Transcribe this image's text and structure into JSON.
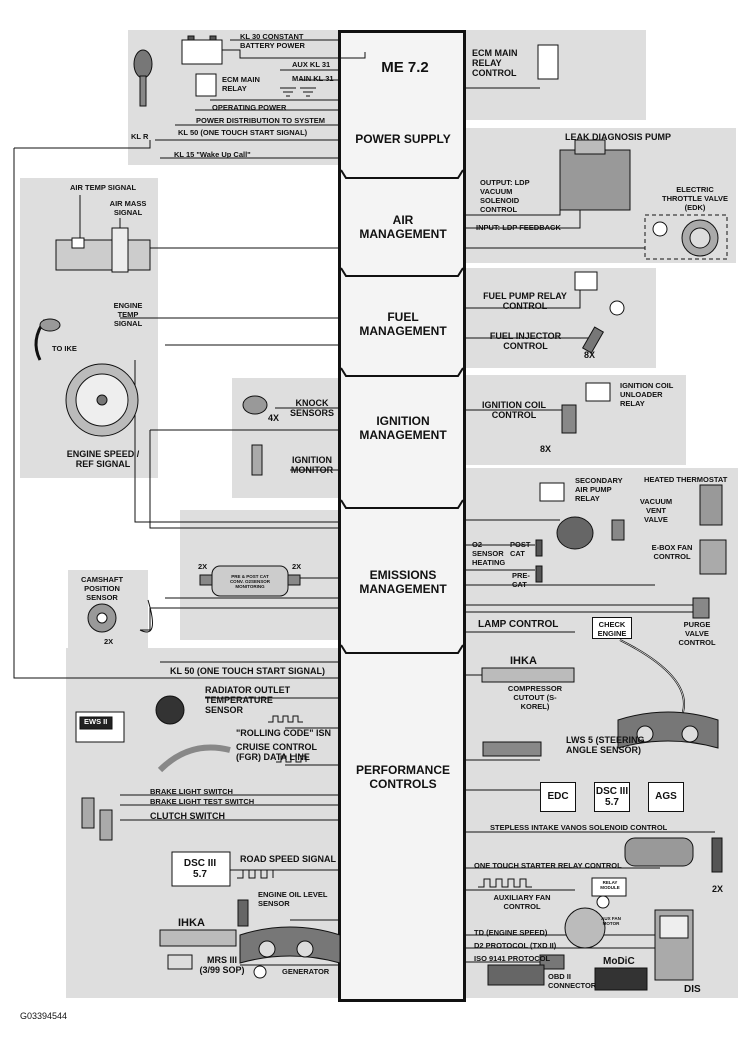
{
  "module": "ME 7.2",
  "figure_id": "G03394544",
  "sections": {
    "power_supply": "POWER SUPPLY",
    "air_management": "AIR MANAGEMENT",
    "fuel_management": "FUEL MANAGEMENT",
    "ignition_management": "IGNITION MANAGEMENT",
    "emissions_management": "EMISSIONS MANAGEMENT",
    "performance_controls": "PERFORMANCE CONTROLS"
  },
  "power": {
    "kl30": "KL 30 CONSTANT BATTERY POWER",
    "aux_kl31": "AUX KL 31",
    "main_kl31": "MAIN KL 31",
    "ecm_main_relay": "ECM MAIN RELAY",
    "operating_power": "OPERATING POWER",
    "power_dist": "POWER DISTRIBUTION TO SYSTEM",
    "kl50": "KL 50 (ONE TOUCH START SIGNAL)",
    "klr": "KL R",
    "kl15": "KL 15 \"Wake Up Call\"",
    "ecm_main_relay_control": "ECM MAIN RELAY CONTROL"
  },
  "air": {
    "air_temp_signal": "AIR TEMP SIGNAL",
    "air_mass_signal": "AIR MASS SIGNAL",
    "leak_pump": "LEAK DIAGNOSIS PUMP",
    "output_ldp": "OUTPUT: LDP VACUUM SOLENOID CONTROL",
    "input_ldp": "INPUT: LDP FEEDBACK",
    "edk": "ELECTRIC THROTTLE VALVE (EDK)"
  },
  "fuel": {
    "engine_temp": "ENGINE TEMP SIGNAL",
    "to_ike": "TO IKE",
    "pump_relay": "FUEL PUMP RELAY CONTROL",
    "injector": "FUEL INJECTOR CONTROL",
    "injector_count": "8X"
  },
  "ignition": {
    "knock": "KNOCK SENSORS",
    "knock_count": "4X",
    "monitor": "IGNITION MONITOR",
    "speed_ref": "ENGINE SPEED / REF SIGNAL",
    "coil_control": "IGNITION COIL CONTROL",
    "coil_count": "8X",
    "unloader": "IGNITION COIL UNLOADER RELAY"
  },
  "emissions": {
    "sec_air_pump": "SECONDARY AIR PUMP RELAY",
    "thermostat": "HEATED THERMOSTAT",
    "vacuum_vent": "VACUUM VENT VALVE",
    "o2_heating": "O2 SENSOR HEATING",
    "post_cat": "POST-CAT",
    "pre_cat": "PRE-CAT",
    "ebox_fan": "E-BOX FAN CONTROL",
    "purge": "PURGE VALVE CONTROL",
    "cam_sensor": "CAMSHAFT POSITION SENSOR",
    "cam_count": "2X",
    "cat_2x_left": "2X",
    "cat_2x_right": "2X",
    "cat_label": "PRE & POST CAT CONV. O2SENSOR MONITORING"
  },
  "perf": {
    "lamp": "LAMP CONTROL",
    "check_engine": "CHECK ENGINE",
    "kl50": "KL 50 (ONE TOUCH START SIGNAL)",
    "ihka_top": "IHKA",
    "compressor": "COMPRESSOR CUTOUT (S-KOREL)",
    "radiator": "RADIATOR OUTLET TEMPERATURE SENSOR",
    "ews": "EWS II",
    "rolling_code": "\"ROLLING CODE\" ISN",
    "cruise": "CRUISE CONTROL (FGR) DATA LINE",
    "lws": "LWS 5 (STEERING ANGLE SENSOR)",
    "edc": "EDC",
    "dsc": "DSC III 5.7",
    "ags": "AGS",
    "brake_switch": "BRAKE LIGHT SWITCH",
    "brake_test": "BRAKE LIGHT TEST SWITCH",
    "clutch": "CLUTCH SWITCH",
    "vanos": "STEPLESS INTAKE VANOS SOLENOID CONTROL",
    "vanos_count": "2X",
    "road_speed": "ROAD SPEED SIGNAL",
    "dsc_unit": "DSC III 5.7",
    "oil_level": "ENGINE OIL LEVEL SENSOR",
    "ihka_bottom": "IHKA",
    "mrs": "MRS III (3/99 SOP)",
    "generator": "GENERATOR",
    "starter": "ONE TOUCH STARTER RELAY CONTROL",
    "aux_fan": "AUXILIARY FAN CONTROL",
    "relay_module": "RELAY MODULE",
    "aux_fan_motor": "AUX FAN MOTOR",
    "td": "TD (ENGINE SPEED)",
    "d2": "D2 PROTOCOL (TXD II)",
    "iso": "ISO 9141 PROTOCOL",
    "obd": "OBD II CONNECTOR",
    "modic": "MoDiC",
    "dis": "DIS"
  }
}
